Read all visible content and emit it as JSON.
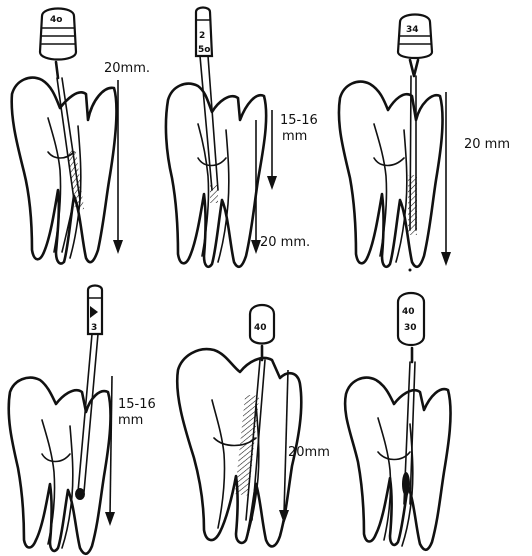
{
  "panels": [
    {
      "id": "p1",
      "labels": [
        "20mm."
      ],
      "head_text": "",
      "instrument": "rotary"
    },
    {
      "id": "p2",
      "labels": [
        "15-16",
        "mm",
        "20 mm."
      ],
      "head_text": "",
      "instrument": "hand-file"
    },
    {
      "id": "p3",
      "labels": [
        "20 mm"
      ],
      "head_text": "",
      "instrument": "rotary"
    },
    {
      "id": "p4",
      "labels": [
        "15-16",
        "mm"
      ],
      "head_text": "",
      "instrument": "hand-file"
    },
    {
      "id": "p5",
      "labels": [
        "20mm"
      ],
      "head_text": "40",
      "instrument": "file"
    },
    {
      "id": "p6",
      "labels": [],
      "head_text": "40",
      "head_text_2": "30",
      "instrument": "file"
    }
  ]
}
